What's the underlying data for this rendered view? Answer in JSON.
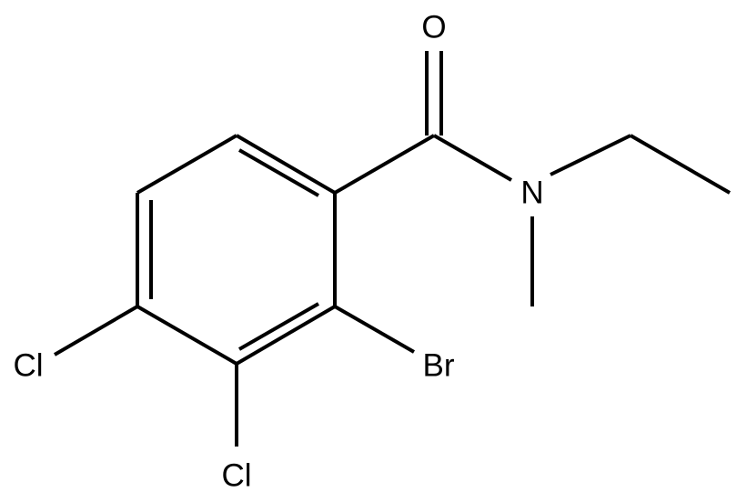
{
  "diagram": {
    "type": "chemical-structure",
    "line_color": "#000000",
    "background_color": "#ffffff",
    "atoms": {
      "oxygen": "O",
      "nitrogen": "N",
      "bromine": "Br",
      "chlorine_3": "Cl",
      "chlorine_4": "Cl"
    }
  }
}
